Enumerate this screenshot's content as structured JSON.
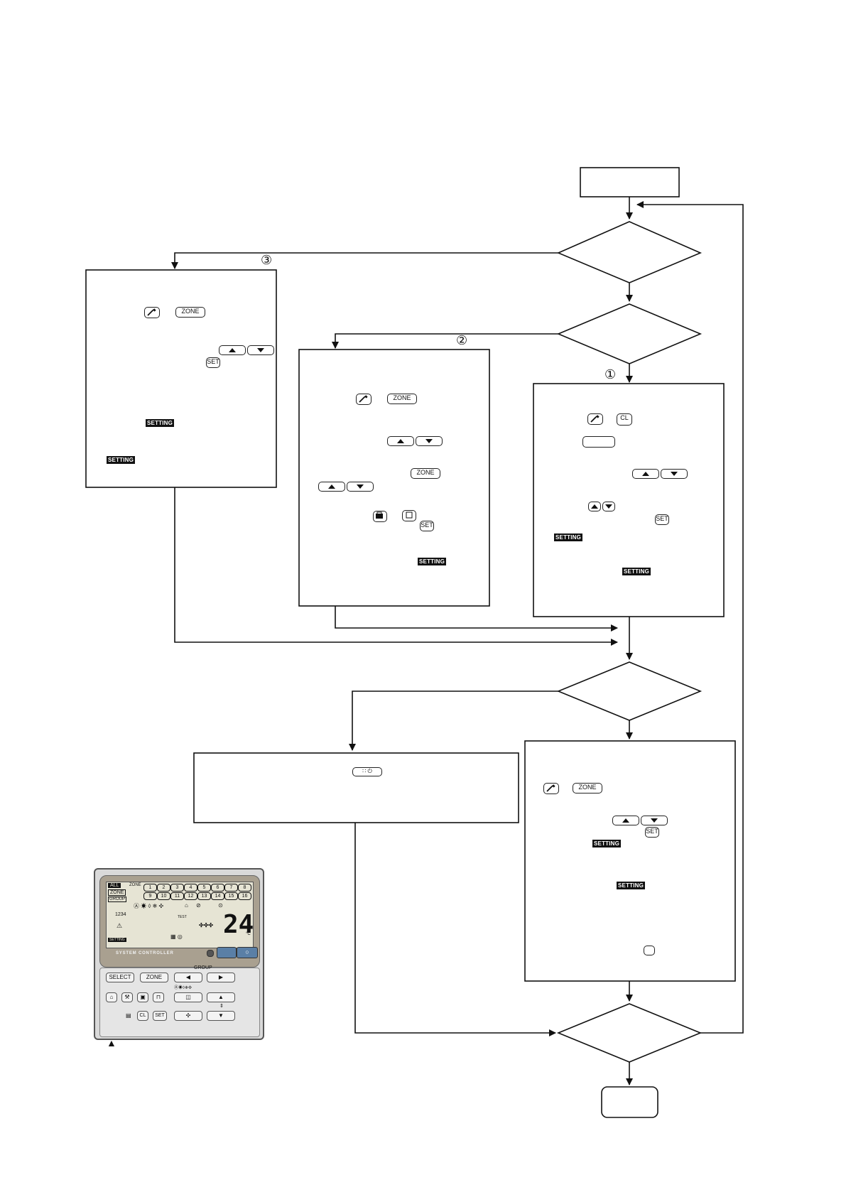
{
  "buttons": {
    "zone": "ZONE",
    "set": "SET",
    "cl": "CL",
    "setting": "SETTING"
  },
  "steps": {
    "step1": "①",
    "step2": "②",
    "step3": "③"
  },
  "icons": {
    "wrench": "wrench-icon",
    "timer": "timer-icon",
    "on_off": "on-off-icon",
    "up": "up-arrow-icon",
    "down": "down-arrow-icon"
  },
  "controller": {
    "brand": "SYSTEM CONTROLLER",
    "lcd": {
      "all": "ALL",
      "zone": "ZONE",
      "group": "GROUP",
      "zone_label": "ZONE",
      "zones_top": [
        "1",
        "2",
        "3",
        "4",
        "5",
        "6",
        "7",
        "8"
      ],
      "zones_bottom": [
        "9",
        "10",
        "11",
        "12",
        "13",
        "14",
        "15",
        "16"
      ],
      "code": "1234",
      "temperature": "24",
      "unit": "°C",
      "setting": "SETTING",
      "test": "TEST"
    },
    "select": "SELECT",
    "zone": "ZONE",
    "group": "GROUP",
    "cl": "CL",
    "set": "SET"
  },
  "caption_marker": "▲"
}
